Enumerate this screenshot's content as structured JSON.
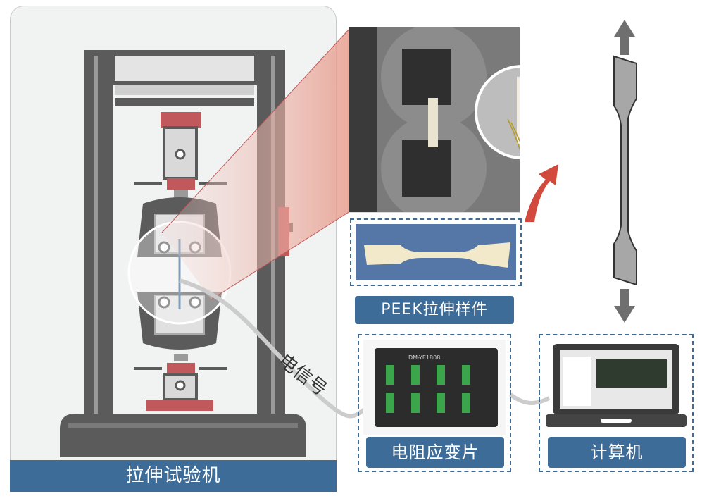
{
  "labels": {
    "machine": "拉伸试验机",
    "specimen": "PEEK拉伸样件",
    "strain_gauge": "电阻应变片",
    "computer": "计算机",
    "signal": "电信号"
  },
  "device_text": {
    "strain_box_model": "DM-YE1808"
  },
  "colors": {
    "accent_blue": "#3e6c98",
    "red": "#c0585c",
    "frame_gray": "#5b5b5b",
    "light_gray": "#cfcfcf"
  }
}
